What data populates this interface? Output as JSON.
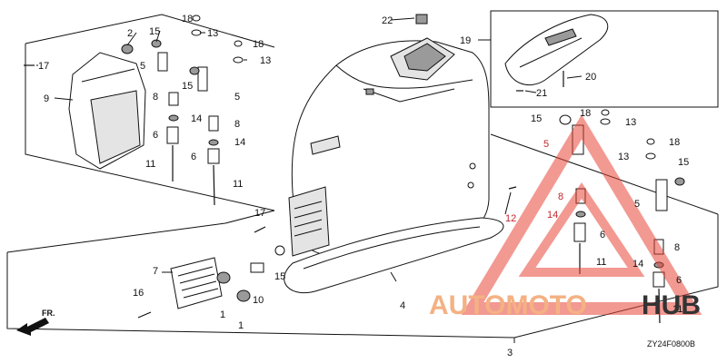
{
  "diagram_code": "ZY24F0800B",
  "front_marker": "FR.",
  "watermark": {
    "part1": "AUTOMOTO",
    "part2": "HUB",
    "color": "#e8473a"
  },
  "callouts": {
    "n1a": "1",
    "n1b": "1",
    "n2": "2",
    "n3": "3",
    "n4": "4",
    "n5a": "5",
    "n5b": "5",
    "n5c": "5",
    "n5d": "5",
    "n6a": "6",
    "n6b": "6",
    "n6c": "6",
    "n6d": "6",
    "n7": "7",
    "n8a": "8",
    "n8b": "8",
    "n8c": "8",
    "n8d": "8",
    "n9": "9",
    "n10": "10",
    "n11a": "11",
    "n11b": "11",
    "n11c": "11",
    "n11d": "11",
    "n12": "12",
    "n13a": "13",
    "n13b": "13",
    "n13c": "13",
    "n13d": "13",
    "n14a": "14",
    "n14b": "14",
    "n14c": "14",
    "n14d": "14",
    "n15a": "15",
    "n15b": "15",
    "n15c": "15",
    "n15d": "15",
    "n15e": "15",
    "n16": "16",
    "n17a": "17",
    "n17b": "17",
    "n18a": "18",
    "n18b": "18",
    "n18c": "18",
    "n18d": "18",
    "n19": "19",
    "n20": "20",
    "n21": "21",
    "n22": "22"
  }
}
